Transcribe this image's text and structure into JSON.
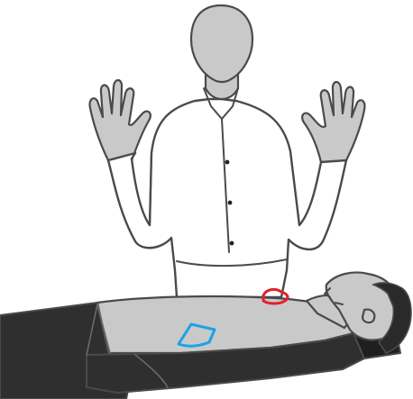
{
  "illustration": {
    "colors": {
      "background": "#ffffff",
      "skin_gray": "#c9c9c9",
      "outline": "#4a4a4a",
      "shirt_fill": "#ffffff",
      "jacket_dark": "#2f2f2f",
      "jacket_darker": "#1f1f1f",
      "hair_dark": "#2a2a2a",
      "pad_blue": "#1aa3e6",
      "pad_red": "#e0202a",
      "button_dark": "#222222"
    },
    "scene": "rescuer-with-raised-hands-behind-lying-patient",
    "defibrillator_pads": [
      {
        "name": "pad-upper-right-chest",
        "color_key": "pad_red"
      },
      {
        "name": "pad-lower-left-side",
        "color_key": "pad_blue"
      }
    ]
  }
}
